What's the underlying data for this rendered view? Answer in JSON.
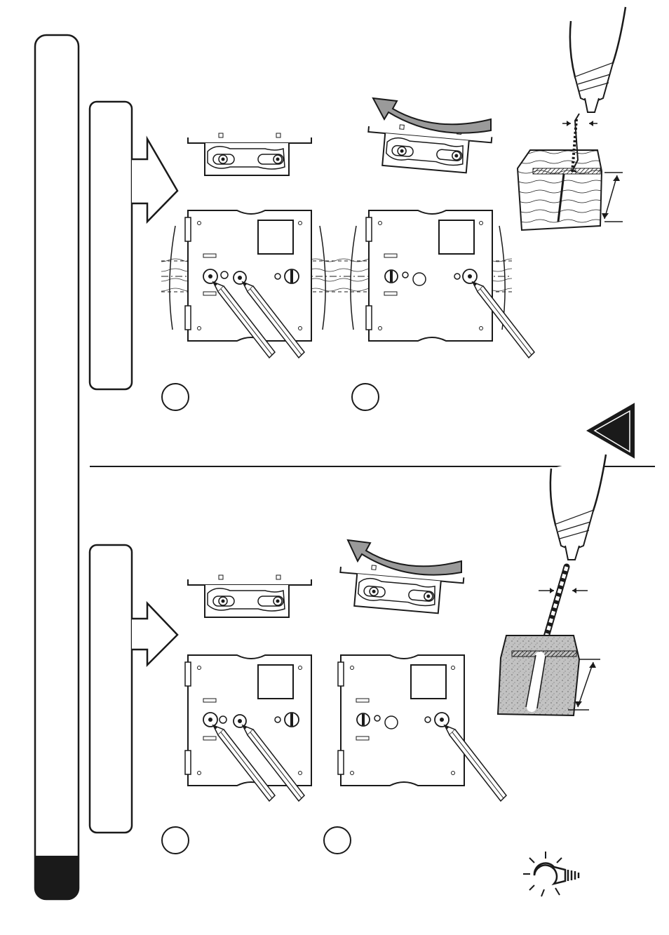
{
  "page": {
    "background": "#ffffff",
    "ink": "#1a1a1a",
    "arrow_fill": "#9a9a9a",
    "concrete_fill": "#bdbdbd",
    "footer_tab_fill": "#1a1a1a"
  },
  "sections": [
    {
      "id": "wood",
      "step_markers": [
        "",
        ""
      ],
      "material": "wood"
    },
    {
      "id": "masonry",
      "step_markers": [
        "",
        ""
      ],
      "material": "masonry"
    }
  ],
  "icons": {
    "attention": "warning-triangle-icon",
    "tip": "lightbulb-icon",
    "drill": "drill-icon",
    "pencil": "pencil-icon",
    "direction": "arrow-right-icon",
    "rotate": "curved-arrow-icon"
  }
}
